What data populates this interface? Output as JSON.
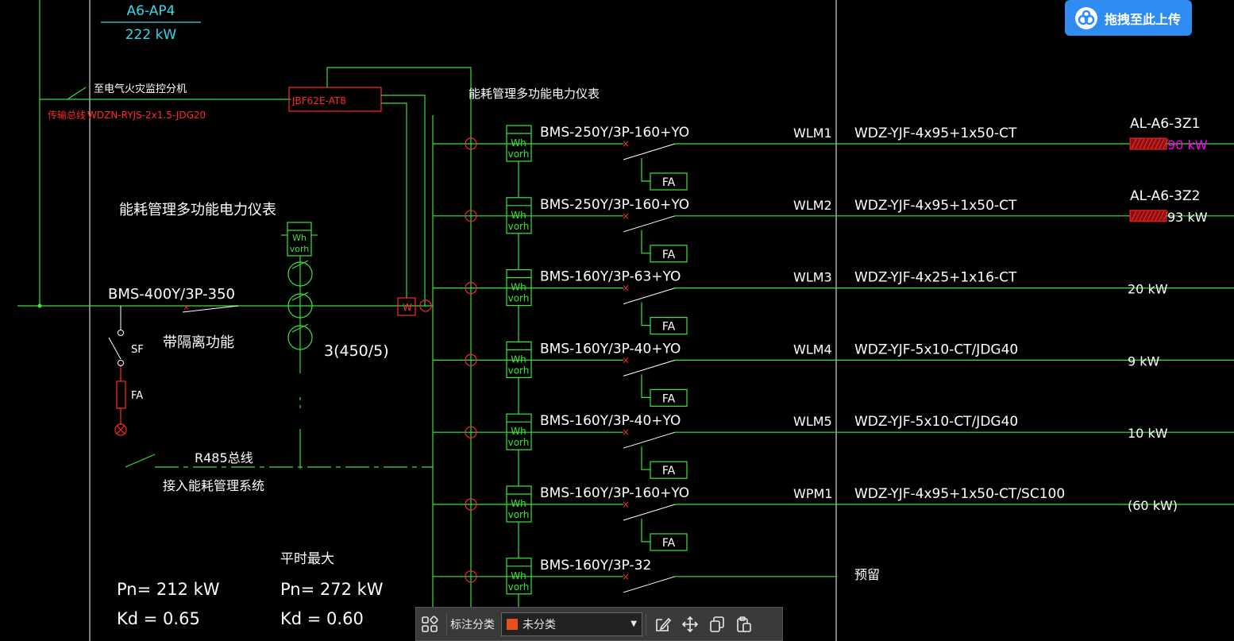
{
  "colors": {
    "background": "#000000",
    "green": "#39e63a",
    "white": "#ffffff",
    "red": "#ff2a2a",
    "magenta": "#ff00ff",
    "cyan": "#35d8e8",
    "upload_blue": "#2f8cf0",
    "category_orange": "#e8501a"
  },
  "panel": {
    "name": "A6-AP4",
    "power": "222 kW"
  },
  "left": {
    "monitor_text": "至电气火灾监控分机",
    "bus_line_label": "传输总线",
    "bus_cable": "WDZN-RYJS-2x1.5-JDG20",
    "module": "JBF62E-AT8",
    "meter_title_top": "能耗管理多功能电力仪表",
    "meter_title_left": "能耗管理多功能电力仪表",
    "meter_box": "Wh\nvorh",
    "main_breaker": "BMS-400Y/3P-350",
    "isolation": "带隔离功能",
    "sf": "SF",
    "fa": "FA",
    "ct": "3(450/5)",
    "w_box": "W",
    "rs485": "R485总线",
    "energy_system": "接入能耗管理系统",
    "normal_max": "平时最大",
    "pn1": "Pn= 212  kW",
    "kd1": "Kd  = 0.65",
    "pn2": "Pn= 272  kW",
    "kd2": "Kd  = 0.60"
  },
  "circuits": [
    {
      "breaker": "BMS-250Y/3P-160+YO",
      "id": "WLM1",
      "cable": "WDZ-YJF-4x95+1x50-CT",
      "dest": "AL-A6-3Z1",
      "load": "90 kW",
      "fa": "FA",
      "highlight": true,
      "load_magenta": true
    },
    {
      "breaker": "BMS-250Y/3P-160+YO",
      "id": "WLM2",
      "cable": "WDZ-YJF-4x95+1x50-CT",
      "dest": "AL-A6-3Z2",
      "load": "93 kW",
      "fa": "FA",
      "highlight": true,
      "load_magenta": false
    },
    {
      "breaker": "BMS-160Y/3P-63+YO",
      "id": "WLM3",
      "cable": "WDZ-YJF-4x25+1x16-CT",
      "dest": "",
      "load": "20 kW",
      "fa": "FA",
      "highlight": false,
      "load_magenta": false
    },
    {
      "breaker": "BMS-160Y/3P-40+YO",
      "id": "WLM4",
      "cable": "WDZ-YJF-5x10-CT/JDG40",
      "dest": "",
      "load": "9 kW",
      "fa": "FA",
      "highlight": false,
      "load_magenta": false
    },
    {
      "breaker": "BMS-160Y/3P-40+YO",
      "id": "WLM5",
      "cable": "WDZ-YJF-5x10-CT/JDG40",
      "dest": "",
      "load": "10 kW",
      "fa": "FA",
      "highlight": false,
      "load_magenta": false
    },
    {
      "breaker": "BMS-160Y/3P-160+YO",
      "id": "WPM1",
      "cable": "WDZ-YJF-4x95+1x50-CT/SC100",
      "dest": "",
      "load": "(60 kW)",
      "fa": "FA",
      "highlight": false,
      "load_magenta": false
    },
    {
      "breaker": "BMS-160Y/3P-32",
      "id": "",
      "cable": "预留",
      "dest": "",
      "load": "",
      "fa": "",
      "highlight": false,
      "load_magenta": false
    }
  ],
  "upload": {
    "label": "拖拽至此上传",
    "icon": "cloud-icon"
  },
  "toolbar": {
    "grid_icon": "grid-icon",
    "category_label": "标注分类",
    "category_value": "未分类",
    "edit_icon": "edit-icon",
    "move_icon": "move-icon",
    "copy_icon": "copy-icon",
    "paste_icon": "paste-icon"
  }
}
